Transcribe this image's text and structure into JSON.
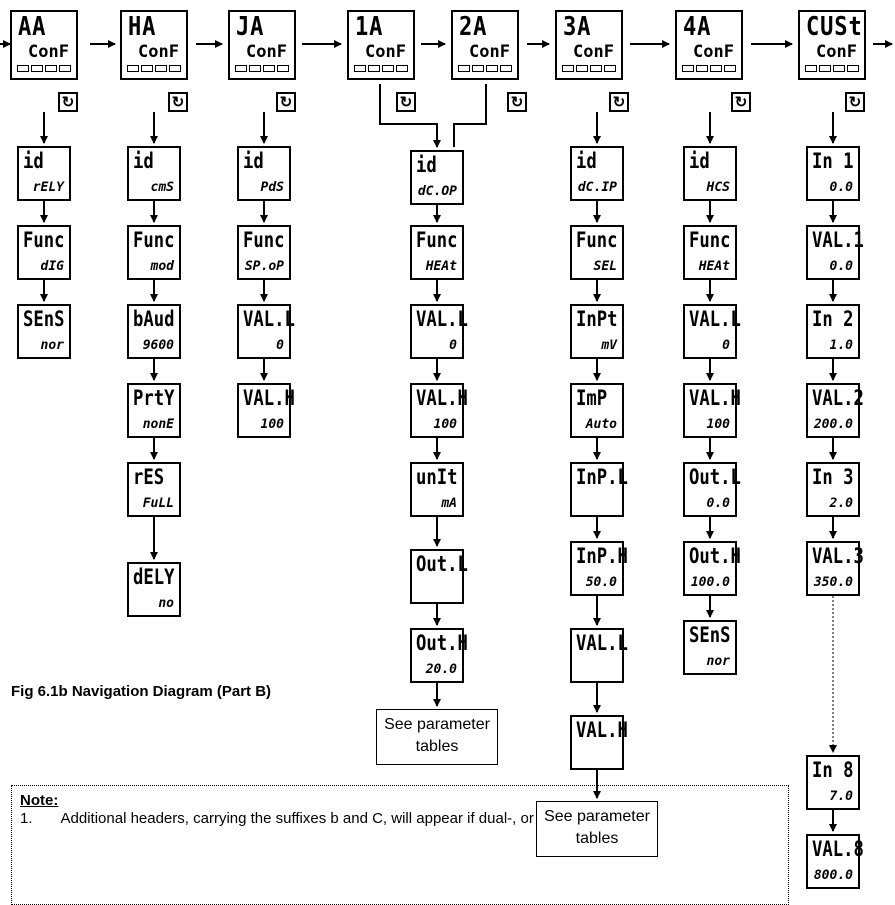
{
  "headers": [
    {
      "title": "AA",
      "sub": "ConF"
    },
    {
      "title": "HA",
      "sub": "ConF"
    },
    {
      "title": "JA",
      "sub": "ConF"
    },
    {
      "title": "1A",
      "sub": "ConF"
    },
    {
      "title": "2A",
      "sub": "ConF"
    },
    {
      "title": "3A",
      "sub": "ConF"
    },
    {
      "title": "4A",
      "sub": "ConF"
    },
    {
      "title": "CUSt",
      "sub": "ConF"
    }
  ],
  "scroll_key": {
    "glyph": "↻"
  },
  "columns": {
    "aa": [
      {
        "t": "id",
        "v": "rELY"
      },
      {
        "t": "Func",
        "v": "dIG"
      },
      {
        "t": "SEnS",
        "v": "nor"
      }
    ],
    "ha": [
      {
        "t": "id",
        "v": "cmS"
      },
      {
        "t": "Func",
        "v": "mod"
      },
      {
        "t": "bAud",
        "v": "9600"
      },
      {
        "t": "PrtY",
        "v": "nonE"
      },
      {
        "t": "rES",
        "v": "FuLL"
      },
      {
        "t": "dELY",
        "v": "no"
      }
    ],
    "ja": [
      {
        "t": "id",
        "v": "PdS"
      },
      {
        "t": "Func",
        "v": "SP.oP"
      },
      {
        "t": "VAL.L",
        "v": "0"
      },
      {
        "t": "VAL.H",
        "v": "100"
      }
    ],
    "a12": [
      {
        "t": "id",
        "v": "dC.OP"
      },
      {
        "t": "Func",
        "v": "HEAt"
      },
      {
        "t": "VAL.L",
        "v": "0"
      },
      {
        "t": "VAL.H",
        "v": "100"
      },
      {
        "t": "unIt",
        "v": "mA"
      },
      {
        "t": "Out.L",
        "v": ""
      },
      {
        "t": "Out.H",
        "v": "20.0"
      }
    ],
    "a3": [
      {
        "t": "id",
        "v": "dC.IP"
      },
      {
        "t": "Func",
        "v": "SEL"
      },
      {
        "t": "InPt",
        "v": "mV"
      },
      {
        "t": "ImP",
        "v": "Auto"
      },
      {
        "t": "InP.L",
        "v": ""
      },
      {
        "t": "InP.H",
        "v": "50.0"
      },
      {
        "t": "VAL.L",
        "v": ""
      },
      {
        "t": "VAL.H",
        "v": ""
      }
    ],
    "a4": [
      {
        "t": "id",
        "v": "HCS"
      },
      {
        "t": "Func",
        "v": "HEAt"
      },
      {
        "t": "VAL.L",
        "v": "0"
      },
      {
        "t": "VAL.H",
        "v": "100"
      },
      {
        "t": "Out.L",
        "v": "0.0"
      },
      {
        "t": "Out.H",
        "v": "100.0"
      },
      {
        "t": "SEnS",
        "v": "nor"
      }
    ],
    "cust": [
      {
        "t": "In 1",
        "v": "0.0"
      },
      {
        "t": "VAL.1",
        "v": "0.0"
      },
      {
        "t": "In 2",
        "v": "1.0"
      },
      {
        "t": "VAL.2",
        "v": "200.0"
      },
      {
        "t": "In 3",
        "v": "2.0"
      },
      {
        "t": "VAL.3",
        "v": "350.0"
      },
      {
        "t": "In 8",
        "v": "7.0"
      },
      {
        "t": "VAL.8",
        "v": "800.0"
      }
    ]
  },
  "see_tables": [
    "See parameter tables",
    "See parameter tables"
  ],
  "caption": "Fig 6.1b Navigation Diagram (Part B)",
  "note": {
    "heading": "Note:",
    "item_number": "1.",
    "item_text": "Additional headers, carrying the suffixes b and C, will appear if dual-, or"
  }
}
